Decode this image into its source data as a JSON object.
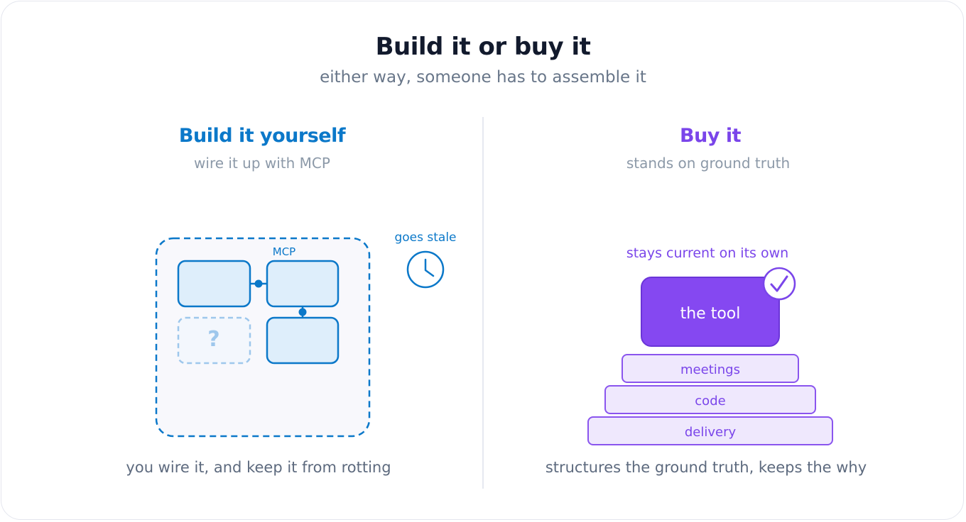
{
  "header": {
    "title": "Build it or buy it",
    "subtitle": "either way, someone has to assemble it"
  },
  "left": {
    "title": "Build it yourself",
    "subtitle": "wire it up with MCP",
    "container_label": "MCP",
    "missing_glyph": "?",
    "stale_label": "goes stale",
    "stale_icon": "clock-icon",
    "caption": "you wire it, and keep it from rotting"
  },
  "right": {
    "title": "Buy it",
    "subtitle": "stands on ground truth",
    "current_label": "stays current on its own",
    "tool_label": "the tool",
    "tool_icon": "check-circle-icon",
    "layers": [
      "meetings",
      "code",
      "delivery"
    ],
    "caption": "structures the ground truth, keeps the why"
  },
  "colors": {
    "build_accent": "#0b78c9",
    "buy_accent": "#7a45ea",
    "title_text": "#121a2d",
    "muted_text": "#687689"
  }
}
